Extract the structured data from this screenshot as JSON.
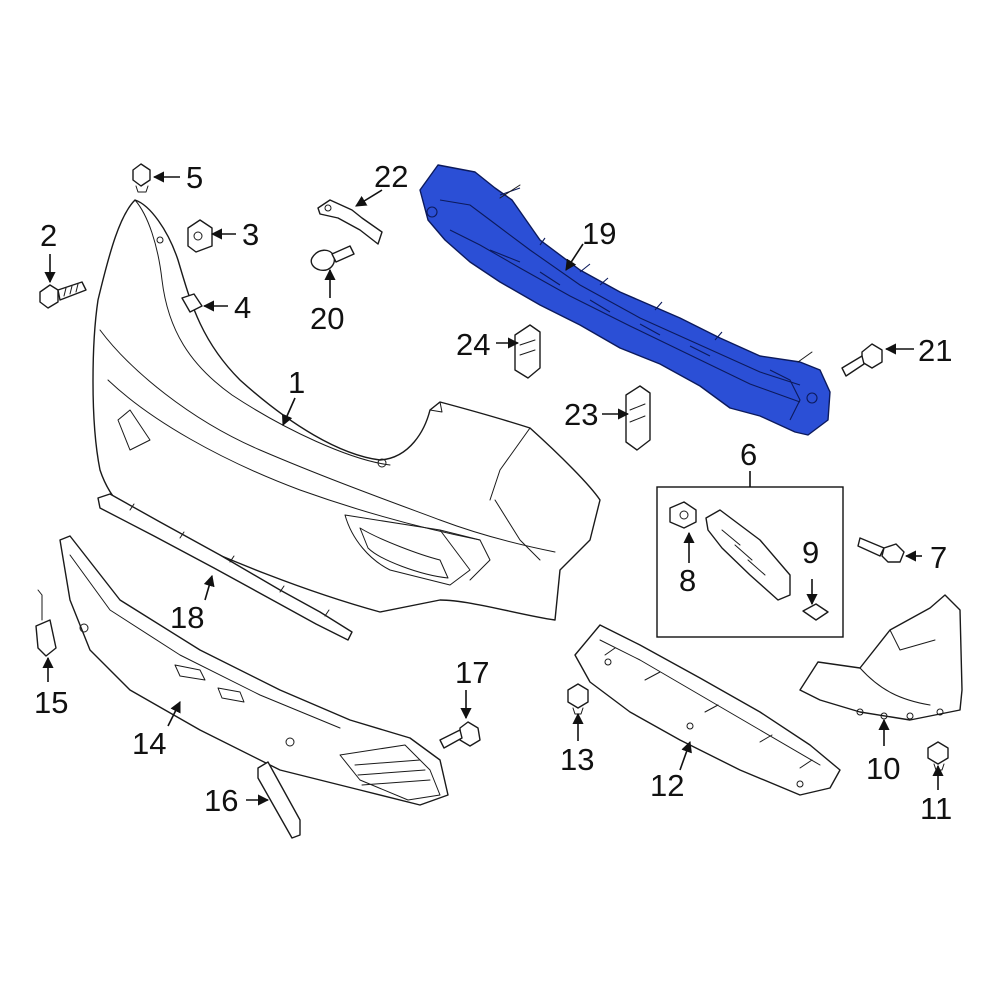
{
  "highlight_color": "#2b4fd6",
  "callouts": {
    "c1": "1",
    "c2": "2",
    "c3": "3",
    "c4": "4",
    "c5": "5",
    "c6": "6",
    "c7": "7",
    "c8": "8",
    "c9": "9",
    "c10": "10",
    "c11": "11",
    "c12": "12",
    "c13": "13",
    "c14": "14",
    "c15": "15",
    "c16": "16",
    "c17": "17",
    "c18": "18",
    "c19": "19",
    "c20": "20",
    "c21": "21",
    "c22": "22",
    "c23": "23",
    "c24": "24"
  }
}
